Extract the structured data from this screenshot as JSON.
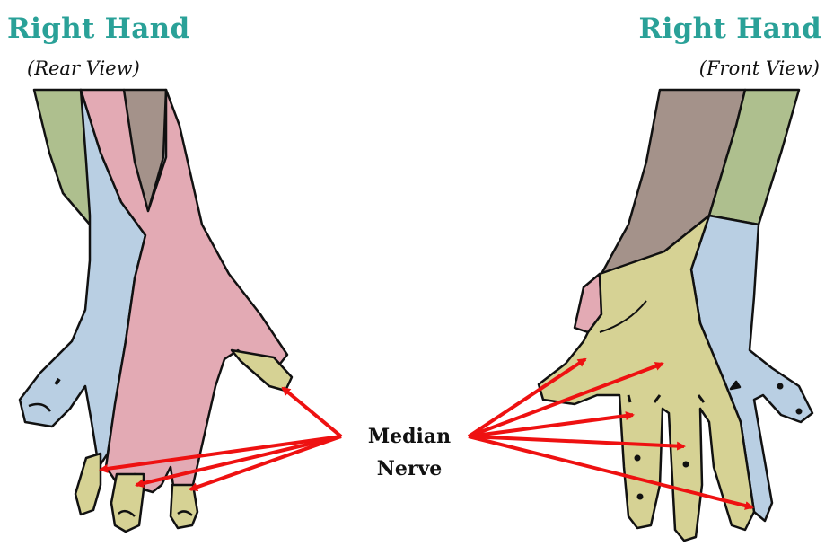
{
  "left_panel": {
    "title": "Right Hand",
    "subtitle": "(Rear View)"
  },
  "right_panel": {
    "title": "Right Hand",
    "subtitle": "(Front View)"
  },
  "annotation": {
    "line1": "Median",
    "line2": "Nerve"
  },
  "colors": {
    "title": "#2aa198",
    "median_nerve_region": "#d6d294",
    "radial_nerve_region": "#e3aab4",
    "ulnar_nerve_region": "#b9cfe3",
    "forearm_lateral": "#aebf8e",
    "forearm_medial": "#a4928a",
    "arrow": "#ee1111",
    "outline": "#111111"
  }
}
